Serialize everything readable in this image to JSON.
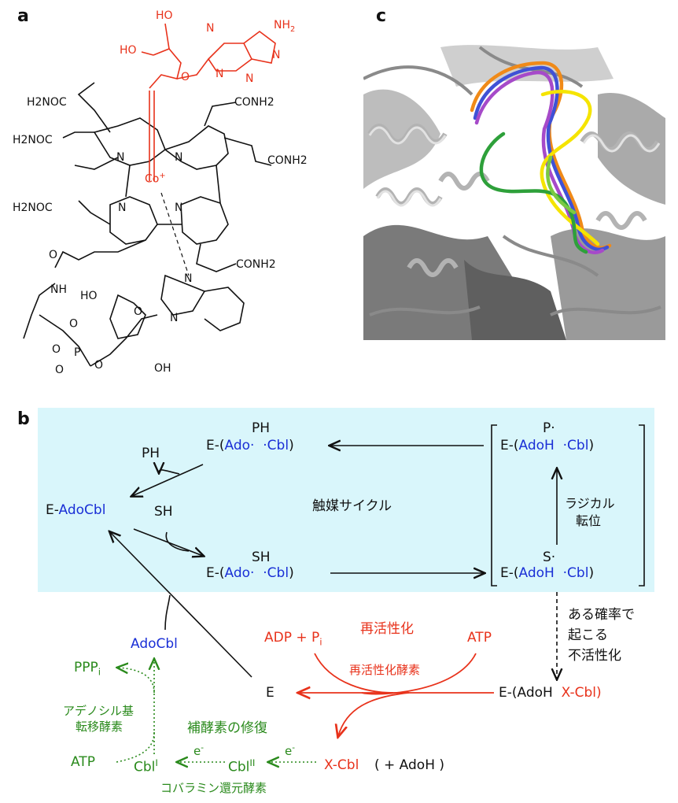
{
  "panels": {
    "a": "a",
    "b": "b",
    "c": "c"
  },
  "structure": {
    "ho_top": "HO",
    "ho_left": "HO",
    "nh2": "NH",
    "nh2_sub": "2",
    "n1": "N",
    "n2": "N",
    "n3": "N",
    "n4": "N",
    "o1": "O",
    "h2noc1": "H2NOC",
    "h2noc2": "H2NOC",
    "h2noc3": "H2NOC",
    "conh2_1": "CONH2",
    "conh2_2": "CONH2",
    "conh2_3": "CONH2",
    "ring_n_tl": "N",
    "ring_n_tr": "N",
    "ring_n_bl": "N",
    "ring_n_br": "N",
    "co": "Co",
    "co_charge": "+",
    "nh": "NH",
    "o_amide": "O",
    "ho_sugar": "HO",
    "o_sugar": "O",
    "o_p_minus": "O",
    "p": "P",
    "o_p1": "O",
    "o_p2": "O",
    "o_p3": "O",
    "oh": "OH",
    "bz_n1": "N",
    "bz_n2": "N"
  },
  "cycle": {
    "title": "触媒サイクル",
    "e_adocbl_e": "E-",
    "e_adocbl_ado": "AdoCbl",
    "top_ph": "PH",
    "top_e": "E-(",
    "top_ado": "Ado·",
    "top_cbl": "·Cbl",
    "top_close": ")",
    "ph_out": "PH",
    "sh_in": "SH",
    "mid_sh": "SH",
    "mid_e": "E-(",
    "mid_ado": "Ado·",
    "mid_cbl": "·Cbl",
    "mid_close": ")",
    "right_top_p": "P·",
    "right_top_e": "E-(",
    "right_top_adoh": "AdoH",
    "right_top_cbl": "·Cbl",
    "right_top_close": ")",
    "right_bot_s": "S·",
    "right_bot_e": "E-(",
    "right_bot_adoh": "AdoH",
    "right_bot_cbl": "·Cbl",
    "right_bot_close": ")",
    "radical_1": "ラジカル",
    "radical_2": "転位"
  },
  "inactivation": {
    "line1": "ある確率で",
    "line2": "起こる",
    "line3": "不活性化",
    "complex_e": "E-(AdoH",
    "complex_xcbl": "X-Cbl)"
  },
  "reactivation": {
    "title": "再活性化",
    "enzyme": "再活性化酵素",
    "adp": "ADP + P",
    "adp_sub": "i",
    "atp": "ATP",
    "e": "E",
    "adocbl": "AdoCbl"
  },
  "repair": {
    "title": "補酵素の修復",
    "ppp": "PPP",
    "ppp_sub": "i",
    "transferase_1": "アデノシル基",
    "transferase_2": "転移酵素",
    "atp": "ATP",
    "cbl1": "Cbl",
    "cbl1_sup": "I",
    "cbl2": "Cbl",
    "cbl2_sup": "II",
    "e_minus1": "e",
    "e_minus2": "e",
    "minus": "-",
    "xcbl": "X-Cbl",
    "adoh": "( + AdoH )",
    "reductase": "コバラミン還元酵素"
  },
  "colors": {
    "blue": "#1a2fd6",
    "red": "#e8321b",
    "green": "#2a8a1c",
    "cycle_bg": "#d9f6fb"
  }
}
